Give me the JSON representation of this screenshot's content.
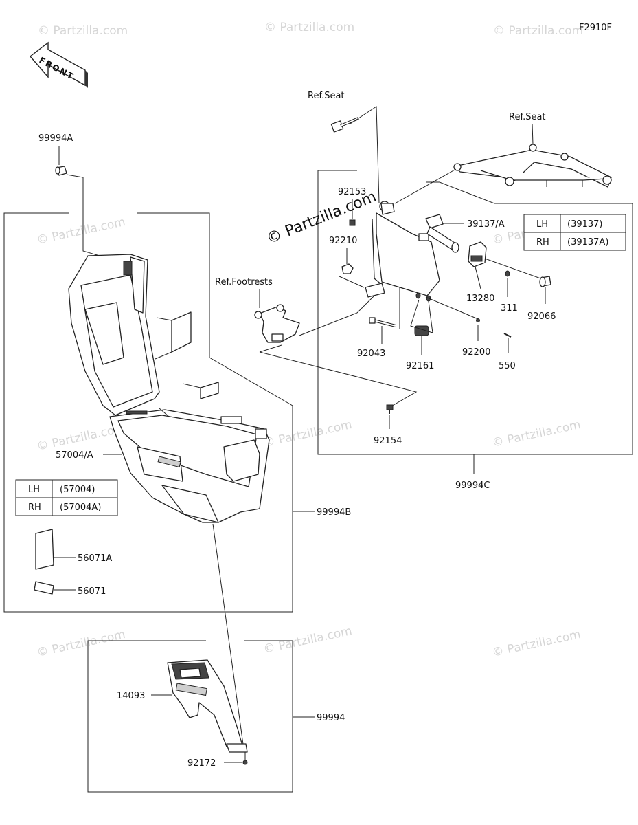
{
  "diagram": {
    "code": "F2910F",
    "front_label": "FRONT",
    "watermark": "© Partzilla.com",
    "watermark_center": "© Partzilla.com",
    "refs": {
      "seat_top": "Ref.Seat",
      "seat_right": "Ref.Seat",
      "footrests": "Ref.Footrests"
    },
    "parts": {
      "p99994A": "99994A",
      "p92153": "92153",
      "p92210": "92210",
      "p39137A": "39137/A",
      "p13280": "13280",
      "p311": "311",
      "p92066": "92066",
      "p92043": "92043",
      "p92161": "92161",
      "p92200": "92200",
      "p550": "550",
      "p92154": "92154",
      "p99994C": "99994C",
      "p57004A": "57004/A",
      "p99994B": "99994B",
      "p56071A": "56071A",
      "p56071": "56071",
      "p14093": "14093",
      "p99994": "99994",
      "p92172": "92172"
    },
    "table_bracket": {
      "rows": [
        {
          "side": "LH",
          "part": "(39137)"
        },
        {
          "side": "RH",
          "part": "(39137A)"
        }
      ]
    },
    "table_case": {
      "rows": [
        {
          "side": "LH",
          "part": "(57004)"
        },
        {
          "side": "RH",
          "part": "(57004A)"
        }
      ]
    }
  }
}
